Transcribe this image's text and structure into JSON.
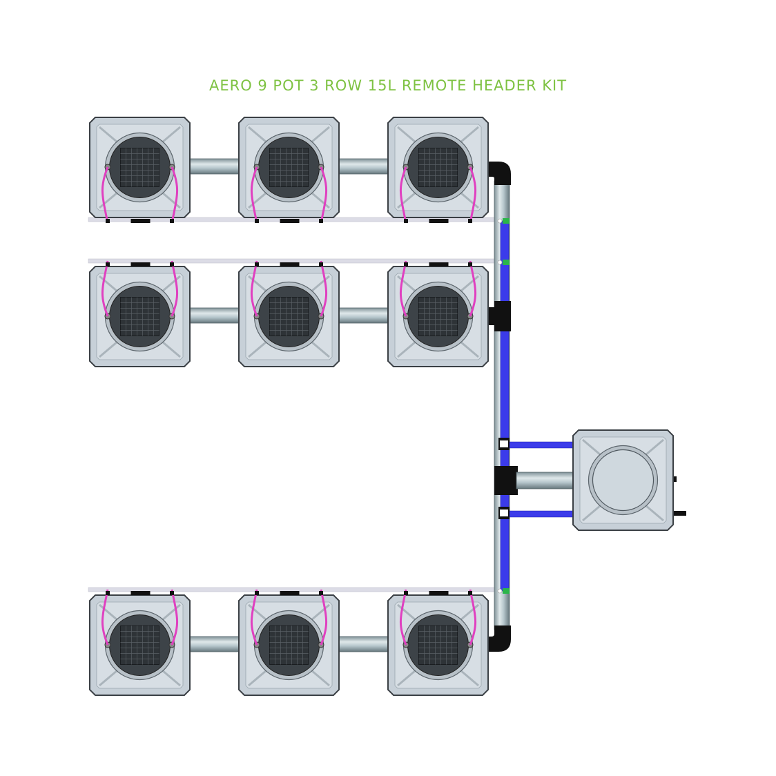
{
  "title": "AERO 9 POT 3 ROW 15L REMOTE HEADER KIT",
  "colors": {
    "title": "#7ec242",
    "pot_body": "#c7d0d8",
    "pot_outline": "#3a3f44",
    "net_basket": "#3d4348",
    "irrigation_line": "#e040c0",
    "feed_pipe": "#3b3bea",
    "drain_pipe": "#b9c9cf",
    "white_line": "#dcdce6",
    "fitting": "#111111",
    "connector_green": "#2bb54a"
  },
  "diagram": {
    "pot_rows": 3,
    "pots_per_row": 3,
    "pot_count": 9,
    "header_tank_count": 1,
    "pot_icon": "aero-pot-icon",
    "tank_icon": "header-tank-icon"
  }
}
